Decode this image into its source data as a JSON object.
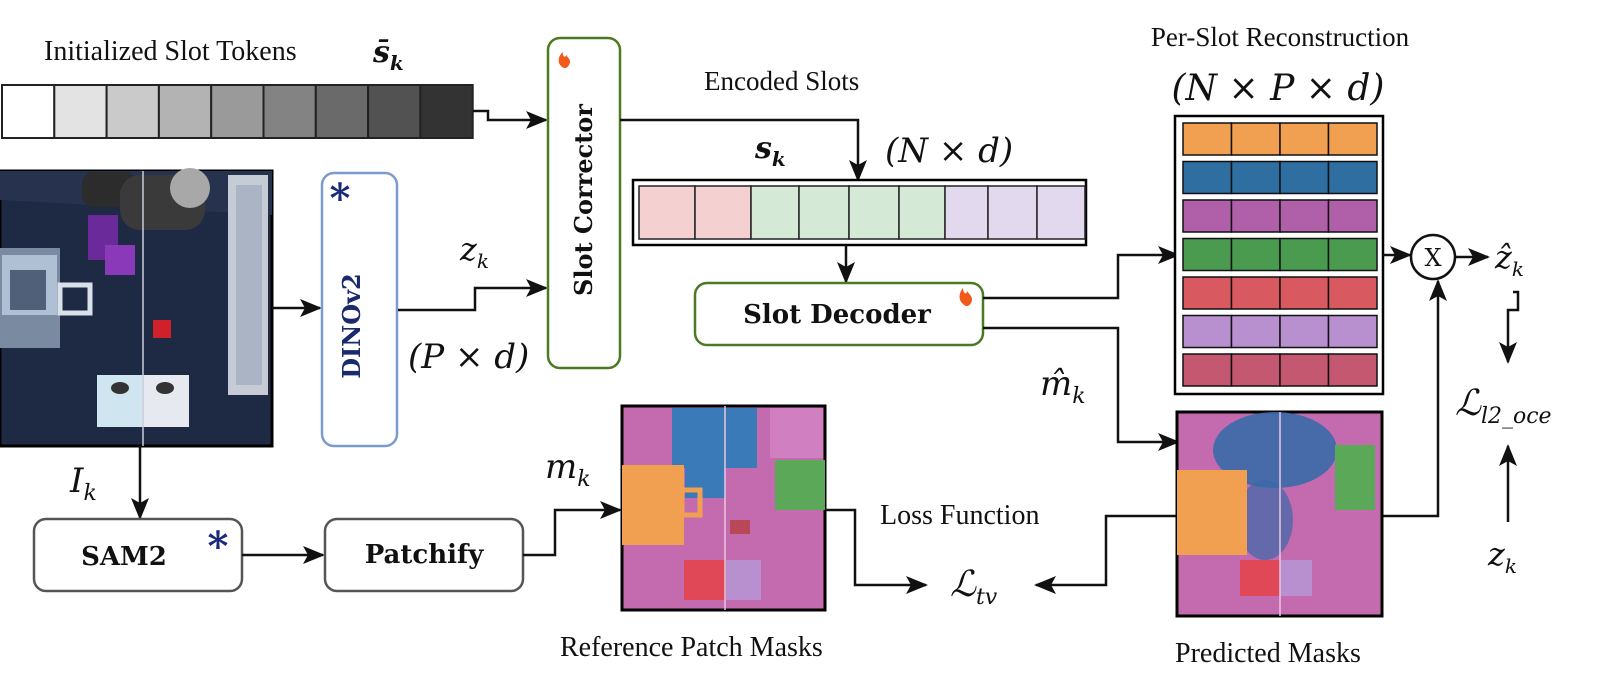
{
  "labels": {
    "init_tokens": "Initialized Slot Tokens",
    "s_bar_k": "s̄",
    "s_bar_sub": "k",
    "encoded_slots": "Encoded Slots",
    "s_k": "s",
    "s_k_sub": "k",
    "n_by_d": "(N × d)",
    "z_k": "z",
    "z_k_sub": "k",
    "p_by_d": "(P × d)",
    "i_k": "I",
    "i_k_sub": "k",
    "m_k": "m",
    "m_k_sub": "k",
    "m_hat_k": "m̂",
    "m_hat_sub": "k",
    "z_hat_k": "ẑ",
    "z_hat_sub": "k",
    "loss_l2": "ℒ",
    "loss_l2_sub": "l2_oce",
    "loss_tv": "ℒ",
    "loss_tv_sub": "tv",
    "z_k_bottom": "z",
    "z_k_bottom_sub": "k",
    "per_slot_title": "Per-Slot Reconstruction",
    "n_p_d": "(N × P × d)",
    "loss_function": "Loss Function",
    "ref_patch_masks": "Reference Patch Masks",
    "predicted_masks": "Predicted Masks",
    "multiply_symbol": "X"
  },
  "blocks": {
    "slot_corrector": "Slot Corrector",
    "dinov2": "DINOv2",
    "slot_decoder": "Slot Decoder",
    "sam2": "SAM2",
    "patchify": "Patchify",
    "frozen_marker": "*"
  },
  "colors": {
    "slot_token_grays": [
      "#ffffff",
      "#e3e3e3",
      "#cacaca",
      "#b3b3b3",
      "#9a9a9a",
      "#838383",
      "#6a6a6a",
      "#525252",
      "#333333"
    ],
    "encoded_slot_colors": [
      "#f4d0d0",
      "#f4d0d0",
      "#d5ead6",
      "#d5ead6",
      "#d5ead6",
      "#d5ead6",
      "#e3d9ee",
      "#e3d9ee",
      "#e3d9ee"
    ],
    "reconstruction_rows": [
      "#f0a050",
      "#2e6ea0",
      "#b060a8",
      "#4a9a50",
      "#d85a60",
      "#b890d0",
      "#c45870"
    ],
    "corrector_border": "#4a7a22",
    "dino_border": "#7a9ad0",
    "dino_text": "#1a2a6a",
    "star_color": "#1a2a7a",
    "flame_color": "#f05a1a"
  }
}
